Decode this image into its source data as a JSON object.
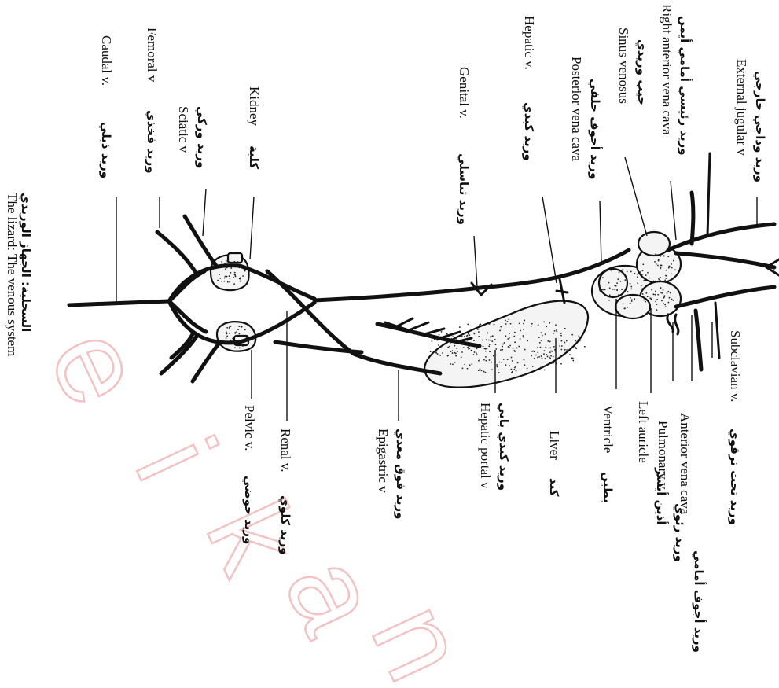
{
  "watermark": [
    "e",
    "i",
    "k",
    "a",
    "n"
  ],
  "caption": {
    "arabic": "السحلية: الجهاز الوريدي",
    "english": "The lizard: The venous system"
  },
  "labels_top": [
    {
      "id": "caudal",
      "en": "Caudal v.",
      "ar": "وريد ذيلي"
    },
    {
      "id": "femoral",
      "en": "Femoral v",
      "ar": "وريد فخذي"
    },
    {
      "id": "sciatic",
      "en": "Sciatic v",
      "ar": "وريد وركي"
    },
    {
      "id": "kidney",
      "en": "Kidney",
      "ar": "كلية"
    },
    {
      "id": "genital",
      "en": "Genital v.",
      "ar": "وريد تناسلي"
    },
    {
      "id": "hepatic",
      "en": "Hepatic v.",
      "ar": "وريد كبدي"
    },
    {
      "id": "posterior_vena_cava",
      "en": "Posterior vena cava",
      "ar": "وريد أجوف خلفي"
    },
    {
      "id": "sinus_venosus",
      "en": "Sinus venosus",
      "ar": "جيب وريدي"
    },
    {
      "id": "right_anterior_vena_cava",
      "en": "Right anterior vena cava",
      "ar": "وريد رئيسي أمامي أيمن"
    },
    {
      "id": "external_jugular",
      "en": "External jugular v",
      "ar": "وريد وداجي خارجي"
    }
  ],
  "labels_bottom": [
    {
      "id": "pelvic",
      "en": "Pelvic v.",
      "ar": "وريد حوضي"
    },
    {
      "id": "renal",
      "en": "Renal v.",
      "ar": "وريد كلوي"
    },
    {
      "id": "epigastric",
      "en": "Epigastric v",
      "ar": "وريد فوق معدي"
    },
    {
      "id": "hepatic_portal",
      "en": "Hepatic portal v",
      "ar": "وريد كبدي بابي"
    },
    {
      "id": "liver",
      "en": "Liver",
      "ar": "كبد"
    },
    {
      "id": "ventricle",
      "en": "Ventricle",
      "ar": "بطين"
    },
    {
      "id": "left_auricle",
      "en": "Left auricle",
      "ar": "أذين أيسر"
    },
    {
      "id": "pulmonary",
      "en": "Pulmonary v.",
      "ar": "وريد رئوي"
    },
    {
      "id": "anterior_vena_cava",
      "en": "Anterior vena cava",
      "ar": "وريد أجوف أمامي"
    },
    {
      "id": "subclavian",
      "en": "Subclavian v.",
      "ar": "وريد تحت ترقوي"
    }
  ]
}
